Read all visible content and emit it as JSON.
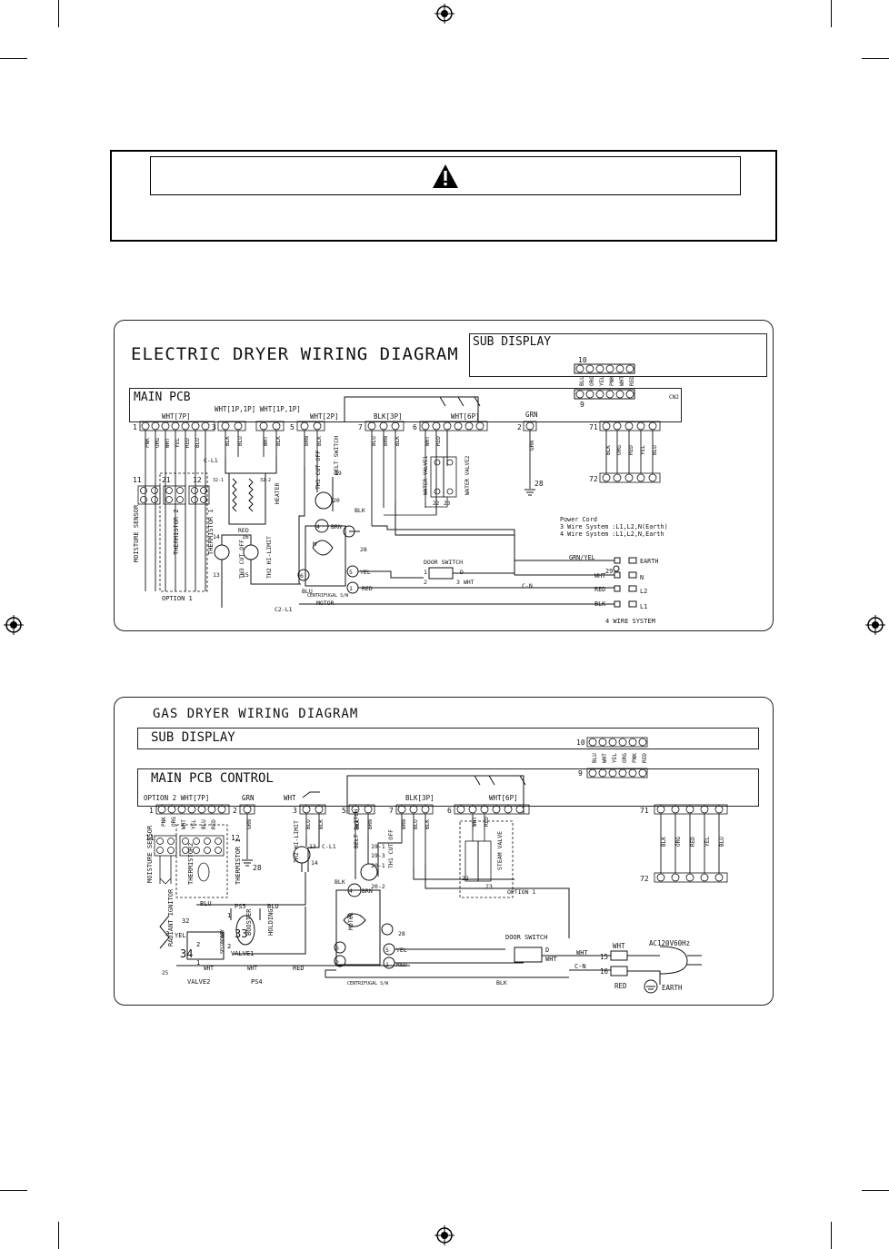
{
  "warning": {
    "icon": "warning-triangle-icon",
    "text": ""
  },
  "electric": {
    "title": "ELECTRIC DRYER WIRING DIAGRAM",
    "sub_display": "SUB DISPLAY",
    "main_pcb": "MAIN PCB",
    "top_labels": [
      "WHT[1P,1P] WHT[1P,1P]",
      "WHT[2P]",
      "BLK[3P]",
      "WHT[6P]",
      "GRN",
      "WHT[7P]"
    ],
    "connector_numbers": [
      "1",
      "3",
      "5",
      "7",
      "6",
      "2",
      "71",
      "72",
      "9",
      "10",
      "11",
      "21",
      "12",
      "28"
    ],
    "wire_colors_left": [
      "PNK",
      "ORG",
      "WHT",
      "YEL",
      "RED",
      "BLU"
    ],
    "wire_colors_right": [
      "BLK",
      "ORG",
      "RED",
      "YEL",
      "BLU"
    ],
    "sub_wire_colors": [
      "BLU",
      "ORG",
      "YEL",
      "PNK",
      "WHT",
      "RED"
    ],
    "component_labels": [
      "MOISTURE SENSOR",
      "THERMISTOR 2",
      "THERMISTOR 1",
      "OPTION 1",
      "HEATER",
      "TH3 CUT OFF",
      "TH2 HI-LIMIT",
      "TH1 CUT OFF",
      "BELT SWITCH",
      "WATER VALVE1",
      "WATER VALVE2",
      "MOTOR",
      "CENTRIFUGAL S/W",
      "DOOR SWITCH",
      "C-L1",
      "C2-L1",
      "C-N",
      "RED"
    ],
    "power_cord": [
      "Power Cord",
      "3 Wire System :L1,L2,N(Earth)",
      "4 Wire System :L1,L2,N,Earth"
    ],
    "terminals": [
      "GRN/YEL",
      "EARTH",
      "WHT",
      "N",
      "RED",
      "L2",
      "BLK",
      "L1"
    ],
    "system_label": "4 WIRE SYSTEM"
  },
  "gas": {
    "title": "GAS DRYER WIRING DIAGRAM",
    "sub_display": "SUB DISPLAY",
    "main_pcb": "MAIN PCB CONTROL",
    "top_labels": [
      "OPTION 2 WHT[7P]",
      "GRN",
      "WHT",
      "BLK[3P]",
      "WHT[6P]"
    ],
    "connector_numbers": [
      "1",
      "2",
      "3",
      "5",
      "7",
      "6",
      "71",
      "72",
      "9",
      "10",
      "11",
      "12",
      "28",
      "15",
      "16"
    ],
    "sub_wire_colors": [
      "BLU",
      "WHT",
      "YEL",
      "ORG",
      "PNK",
      "RED"
    ],
    "wire_colors_right": [
      "BLK",
      "ORG",
      "RED",
      "YEL",
      "BLU"
    ],
    "component_labels": [
      "MOISTURE SENSOR",
      "THERMISTOR2",
      "THERMISTOR 1",
      "RADIANT IGNITOR",
      "BOOSTER",
      "HOLDING",
      "VALVE1",
      "VALVE2",
      "SECONDARY",
      "TH2 HI-LIMIT",
      "BELT SWITCH",
      "TH1 CUT OFF",
      "STEAM VALVE",
      "OPTION 1",
      "MOTOR",
      "CENTRIFUGAL S/W",
      "DOOR SWITCH",
      "C-L1",
      "C-N",
      "PS5",
      "PS4"
    ],
    "power_label": "AC120V60Hz",
    "terminals": [
      "WHT",
      "RED",
      "EARTH",
      "BLK",
      "BLU",
      "YEL",
      "RED"
    ]
  }
}
